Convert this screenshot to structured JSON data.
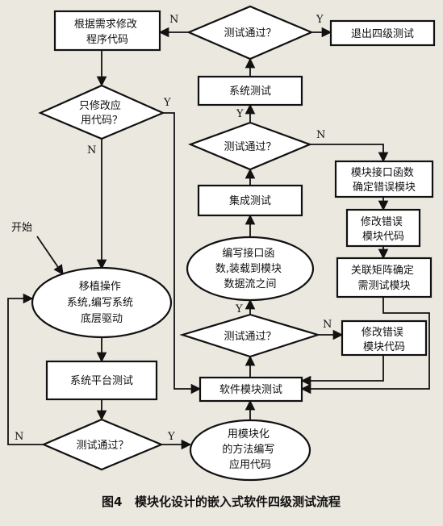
{
  "colors": {
    "ink": "#111111",
    "paper": "#ebe8df",
    "box": "#ffffff"
  },
  "nodes": {
    "modify_code": {
      "lines": [
        "根据需求修改",
        "程序代码"
      ]
    },
    "decision_top": {
      "lines": [
        "测试通过？"
      ]
    },
    "exit_level4": {
      "lines": [
        "退出四级测试"
      ]
    },
    "system_test": {
      "lines": [
        "系统测试"
      ]
    },
    "decision_app_only": {
      "lines": [
        "只修改应",
        "用代码？"
      ]
    },
    "decision_integ": {
      "lines": [
        "测试通过？"
      ]
    },
    "module_iface": {
      "lines": [
        "模块接口函数",
        "确定错误模块"
      ]
    },
    "integration_test": {
      "lines": [
        "集成测试"
      ]
    },
    "fix_module_1": {
      "lines": [
        "修改错误",
        "模块代码"
      ]
    },
    "start": {
      "lines": [
        "开始"
      ]
    },
    "write_iface": {
      "lines": [
        "编写接口函",
        "数,装载到模块",
        "数据流之间"
      ]
    },
    "matrix": {
      "lines": [
        "关联矩阵确定",
        "需测试模块"
      ]
    },
    "port_os": {
      "lines": [
        "移植操作",
        "系统,编写系统",
        "底层驱动"
      ]
    },
    "decision_module": {
      "lines": [
        "测试通过？"
      ]
    },
    "fix_module_2": {
      "lines": [
        "修改错误",
        "模块代码"
      ]
    },
    "platform_test": {
      "lines": [
        "系统平台测试"
      ]
    },
    "module_test": {
      "lines": [
        "软件模块测试"
      ]
    },
    "decision_platform": {
      "lines": [
        "测试通过？"
      ]
    },
    "write_app": {
      "lines": [
        "用模块化",
        "的方法编写",
        "应用代码"
      ]
    }
  },
  "edge_labels": {
    "top_n": "N",
    "top_y": "Y",
    "app_y": "Y",
    "app_n": "N",
    "integ_y": "Y",
    "integ_n": "N",
    "module_y": "Y",
    "module_n": "N",
    "plat_n": "N",
    "plat_y": "Y"
  },
  "caption": "图4   模块化设计的嵌入式软件四级测试流程"
}
